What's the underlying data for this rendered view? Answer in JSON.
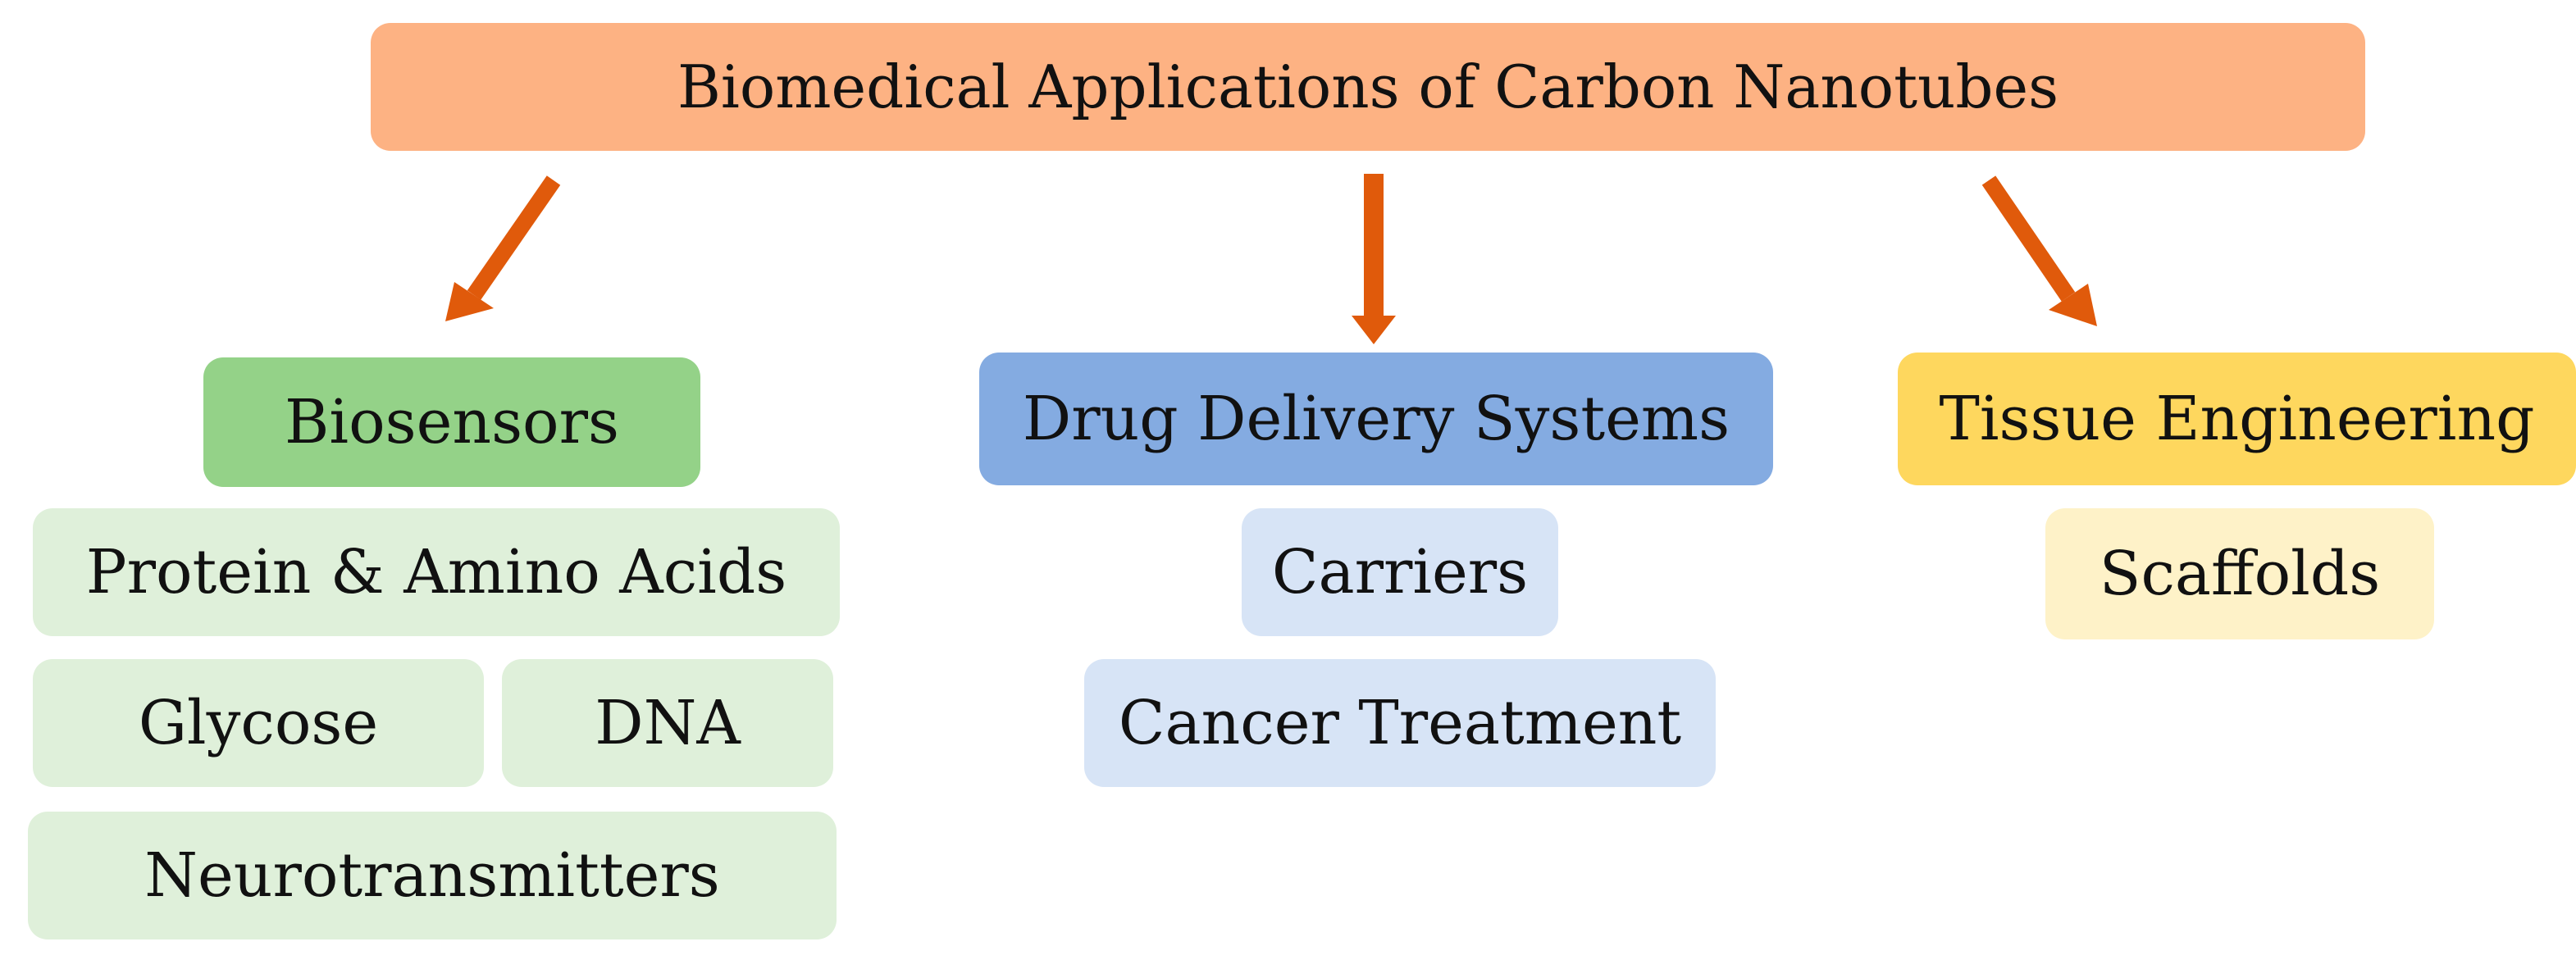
{
  "title": "Biomedical Applications of Carbon Nanotubes",
  "colors": {
    "title_fill": "#fdb283",
    "arrow": "#e05a0b",
    "biosensors_fill": "#94d288",
    "biosensors_sub_fill": "#dff0da",
    "drug_fill": "#84abe1",
    "drug_sub_fill": "#d7e4f6",
    "tissue_fill": "#fed75e",
    "tissue_sub_fill": "#fef2c8"
  },
  "categories": {
    "biosensors": {
      "label": "Biosensors",
      "items": [
        "Protein & Amino Acids",
        "Glycose",
        "DNA",
        "Neurotransmitters"
      ]
    },
    "drug_delivery": {
      "label": "Drug Delivery Systems",
      "items": [
        "Carriers",
        "Cancer Treatment"
      ]
    },
    "tissue_engineering": {
      "label": "Tissue Engineering",
      "items": [
        "Scaffolds"
      ]
    }
  }
}
